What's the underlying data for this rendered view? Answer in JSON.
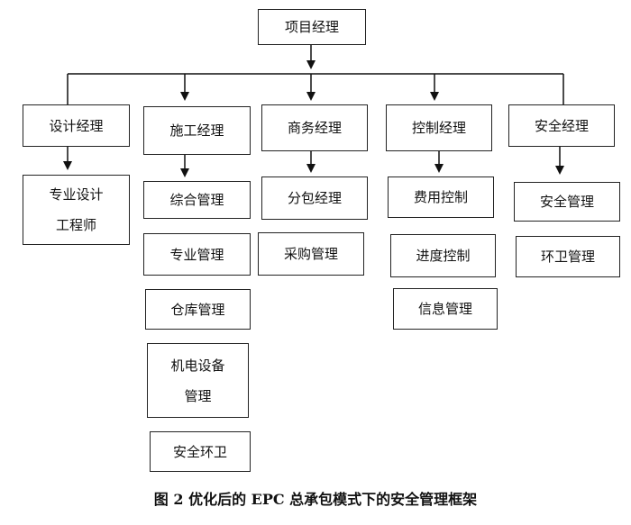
{
  "diagram": {
    "root": "项目经理",
    "managers": [
      {
        "label": "设计经理",
        "children": [
          [
            "专业设计",
            "工程师"
          ]
        ]
      },
      {
        "label": "施工经理",
        "children": [
          "综合管理",
          "专业管理",
          "仓库管理",
          [
            "机电设备",
            "管理"
          ],
          "安全环卫"
        ]
      },
      {
        "label": "商务经理",
        "children": [
          "分包经理",
          "采购管理"
        ]
      },
      {
        "label": "控制经理",
        "children": [
          "费用控制",
          "进度控制",
          "信息管理"
        ]
      },
      {
        "label": "安全经理",
        "children": [
          "安全管理",
          "环卫管理"
        ]
      }
    ]
  },
  "caption": "图 2  优化后的 EPC 总承包模式下的安全管理框架"
}
